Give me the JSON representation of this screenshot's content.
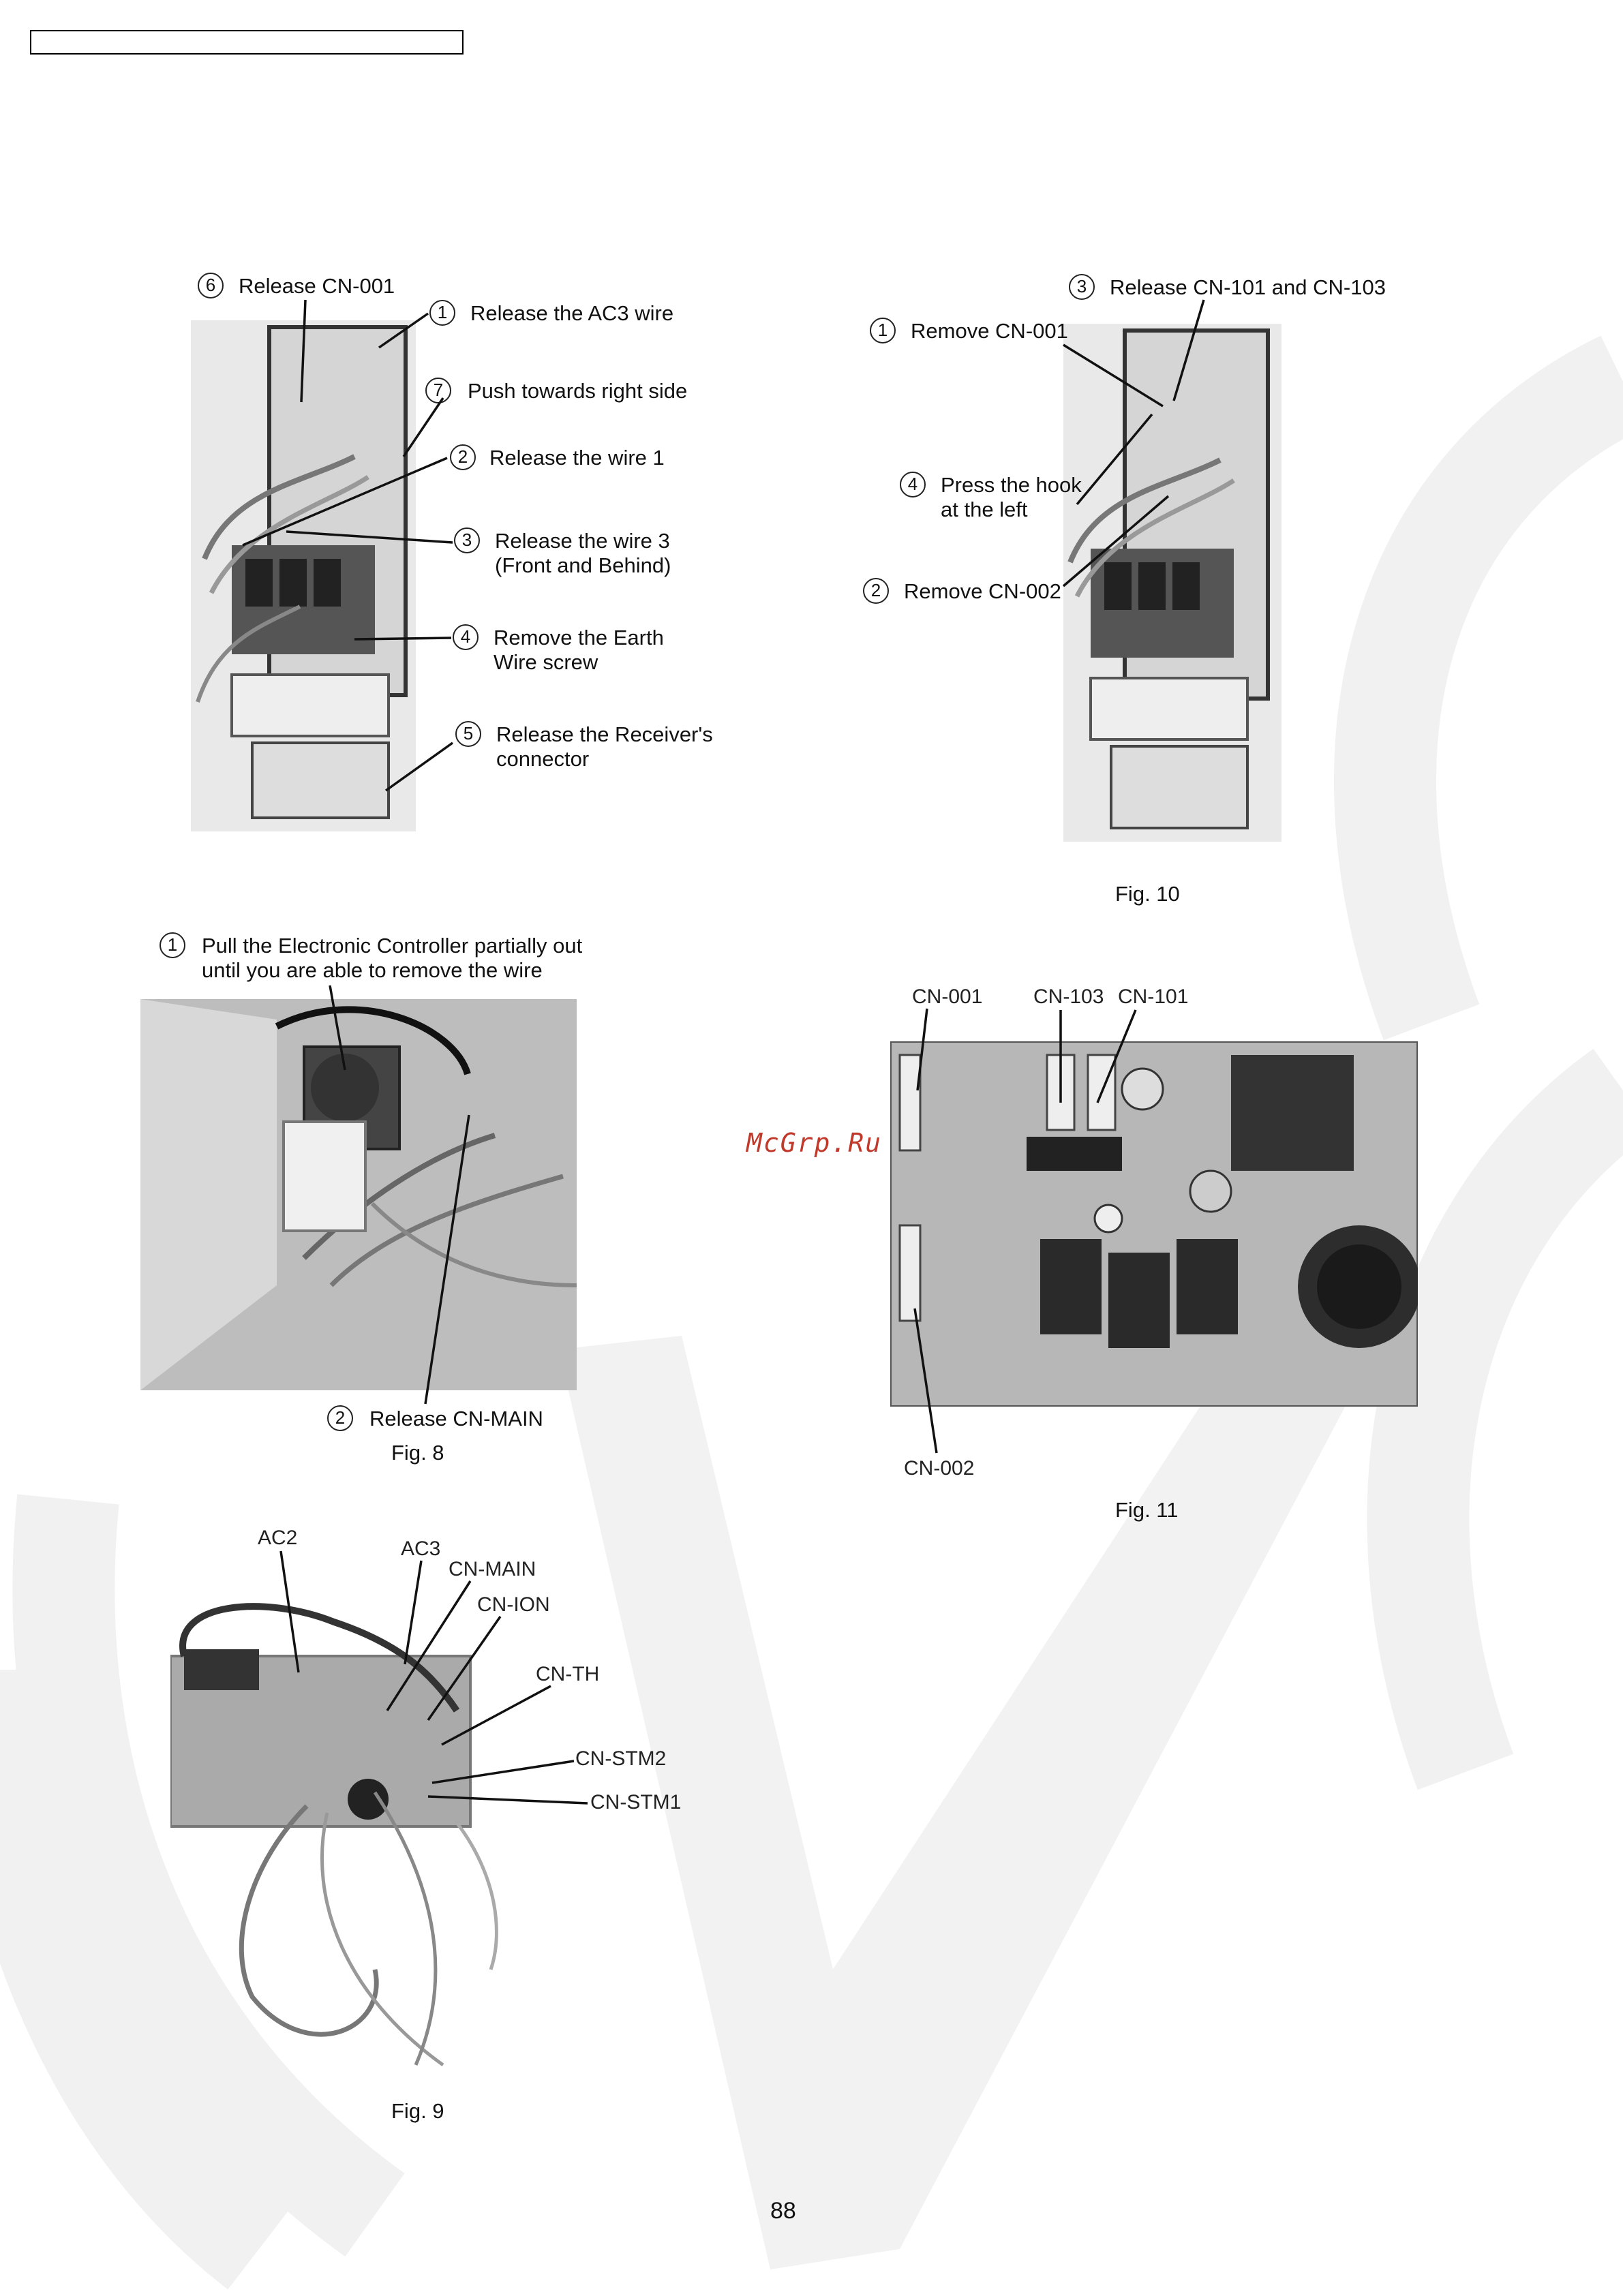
{
  "header": {
    "box_text": ""
  },
  "watermark_overlay": "McGrp.Ru",
  "page_number": "88",
  "fig7": {
    "labels": [
      {
        "n": "6",
        "text": "Release CN-001"
      },
      {
        "n": "1",
        "text": "Release the AC3 wire"
      },
      {
        "n": "7",
        "text": "Push towards right side"
      },
      {
        "n": "2",
        "text": "Release the wire 1"
      },
      {
        "n": "3",
        "text": "Release the wire 3",
        "text2": "(Front and Behind)"
      },
      {
        "n": "4",
        "text": "Remove the Earth",
        "text2": "Wire screw"
      },
      {
        "n": "5",
        "text": "Release the Receiver's",
        "text2": "connector"
      }
    ]
  },
  "fig10": {
    "caption": "Fig. 10",
    "labels": [
      {
        "n": "3",
        "text": "Release CN-101 and CN-103"
      },
      {
        "n": "1",
        "text": "Remove CN-001"
      },
      {
        "n": "4",
        "text": "Press the hook",
        "text2": "at the left"
      },
      {
        "n": "2",
        "text": "Remove CN-002"
      }
    ]
  },
  "fig8": {
    "caption": "Fig. 8",
    "labels": [
      {
        "n": "1",
        "text": "Pull the Electronic Controller partially out",
        "text2": "until you are able to remove the wire"
      },
      {
        "n": "2",
        "text": "Release CN-MAIN"
      }
    ]
  },
  "fig11": {
    "caption": "Fig. 11",
    "connectors": [
      "CN-001",
      "CN-103",
      "CN-101",
      "CN-002"
    ]
  },
  "fig9": {
    "caption": "Fig. 9",
    "connectors": [
      "AC2",
      "AC3",
      "CN-MAIN",
      "CN-ION",
      "CN-TH",
      "CN-STM2",
      "CN-STM1"
    ]
  }
}
